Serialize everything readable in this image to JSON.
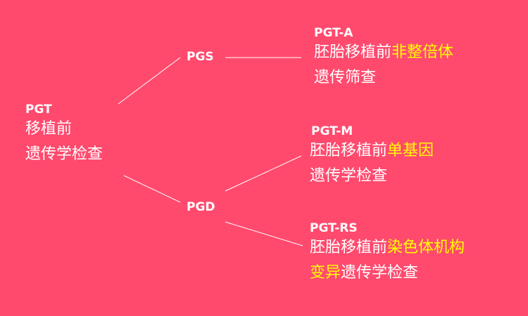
{
  "root": {
    "code": "PGT",
    "line1": "移植前",
    "line2": "遗传学检查"
  },
  "mid": {
    "pgs": "PGS",
    "pgd": "PGD"
  },
  "pgta": {
    "code": "PGT-A",
    "pre": "胚胎移植前",
    "hl": "非整倍体",
    "line2": "遗传筛查"
  },
  "pgtm": {
    "code": "PGT-M",
    "pre": "胚胎移植前",
    "hl": "单基因",
    "line2": "遗传学检查"
  },
  "pgtrs": {
    "code": "PGT-RS",
    "pre": "胚胎移植前",
    "hl": "染色体机构",
    "hl2": "变异",
    "line2": "遗传学检查"
  },
  "colors": {
    "background": "#ff4a6e",
    "highlight": "#ffff00",
    "text": "#ffffff"
  }
}
